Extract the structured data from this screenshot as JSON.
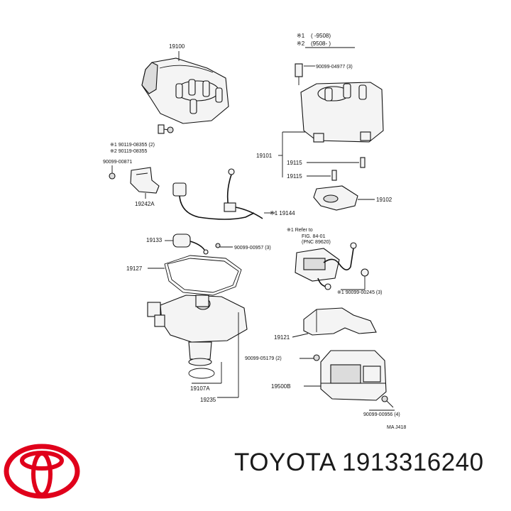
{
  "diagram": {
    "legend": {
      "l1_mark": "※1",
      "l1_text": "(      -9508)",
      "l2_mark": "※2",
      "l2_text": "(9508-      )"
    },
    "labels": {
      "p19100": "19100",
      "p90099_04977": "90099-04977 (3)",
      "p90119_08355_1": "※1 90119-08355 (2)",
      "p90119_08355_2": "※2 90119-08355",
      "p90099_00871": "90099-00871",
      "p19101": "19101",
      "p19115a": "19115",
      "p19115b": "19115",
      "p19242a": "19242A",
      "p19102": "19102",
      "p19144": "※1 19144",
      "refer1": "※1 Refer to",
      "refer2": "FIG. 84-01",
      "refer3": "(PNC 89620)",
      "p19133": "19133",
      "p90099_00957": "90099-00957 (3)",
      "p19127": "19127",
      "p90099_00245": "※1 90099-00245 (3)",
      "p19121": "19121",
      "p90099_05179": "90099-05179 (2)",
      "p19500b": "19500B",
      "p19107a": "19107A",
      "p19235": "19235",
      "p90099_00956": "90099-00956 (4)",
      "code": "MA J418"
    }
  },
  "brand": {
    "text": "TOYOTA 1913316240",
    "logo_icon": "toyota-logo-icon",
    "logo_color": "#e0001b"
  }
}
